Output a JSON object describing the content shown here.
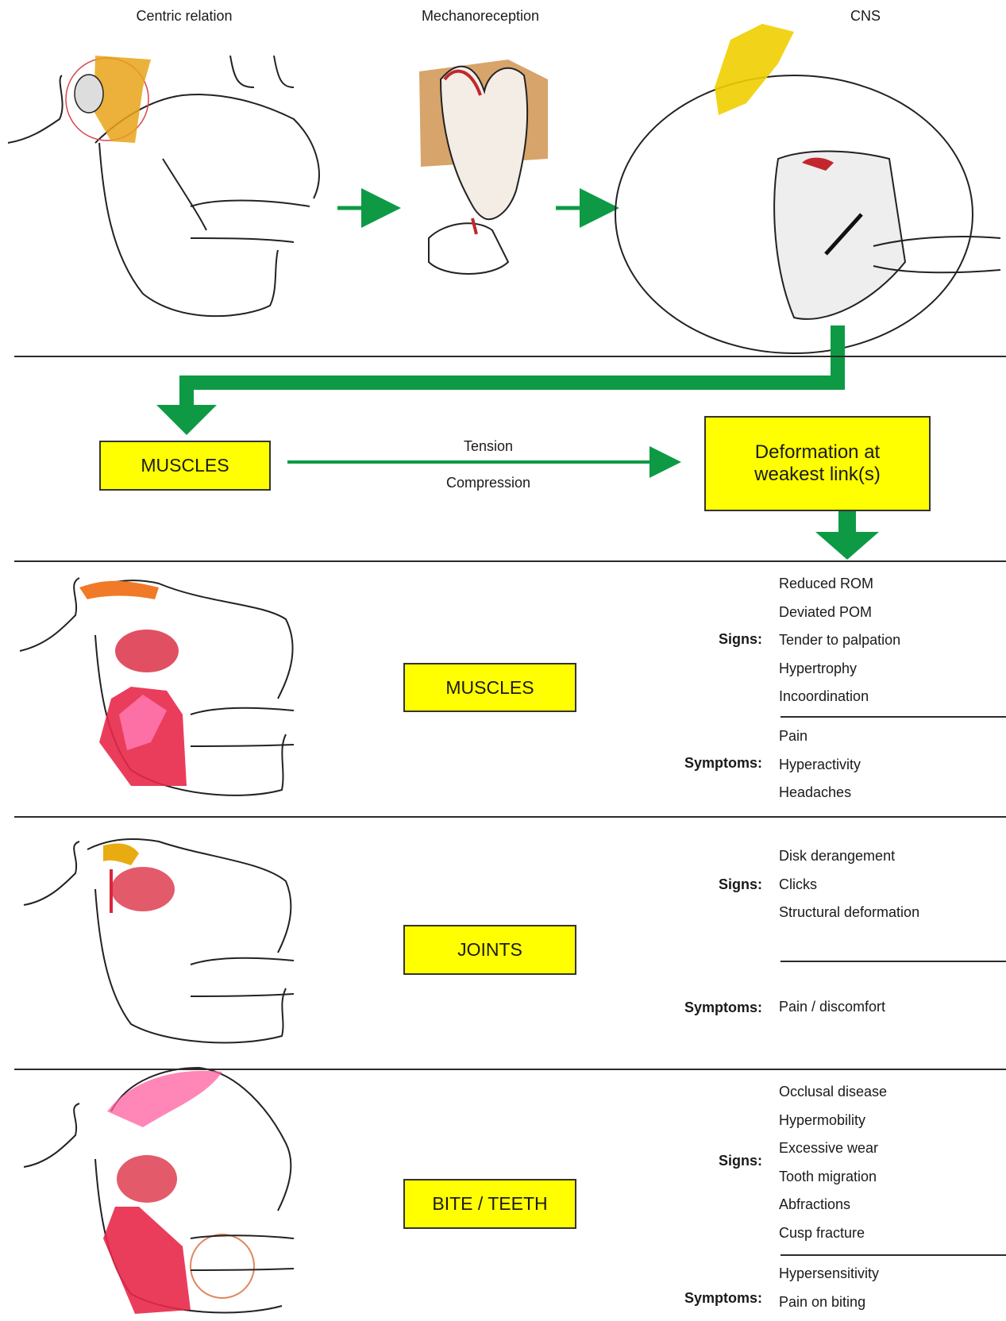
{
  "header": {
    "captions": [
      "Centric relation",
      "Mechanoreception",
      "CNS"
    ]
  },
  "flow": {
    "muscles_box": "MUSCLES",
    "arrow_top": "Tension",
    "arrow_bottom": "Compression",
    "deformation_line1": "Deformation at",
    "deformation_line2": "weakest link(s)"
  },
  "sections": [
    {
      "box": "MUSCLES",
      "signs_label": "Signs:",
      "signs": [
        "Reduced ROM",
        "Deviated POM",
        "Tender to palpation",
        "Hypertrophy",
        "Incoordination"
      ],
      "symptoms_label": "Symptoms:",
      "symptoms": [
        "Pain",
        "Hyperactivity",
        "Headaches"
      ]
    },
    {
      "box": "JOINTS",
      "signs_label": "Signs:",
      "signs": [
        "Disk derangement",
        "Clicks",
        "Structural deformation"
      ],
      "symptoms_label": "Symptoms:",
      "symptoms": [
        "Pain / discomfort"
      ]
    },
    {
      "box": "BITE / TEETH",
      "signs_label": "Signs:",
      "signs": [
        "Occlusal disease",
        "Hypermobility",
        "Excessive wear",
        "Tooth migration",
        "Abfractions",
        "Cusp fracture"
      ],
      "symptoms_label": "Symptoms:",
      "symptoms": [
        "Hypersensitivity",
        "Pain on biting"
      ]
    }
  ],
  "colors": {
    "arrow_green": "#0e9a45",
    "box_yellow": "#ffff00",
    "muscle_red": "#d8273a",
    "muscle_pink": "#ee5c9a",
    "joint_orange": "#f08a1c",
    "disc_gold": "#e8ac12"
  }
}
